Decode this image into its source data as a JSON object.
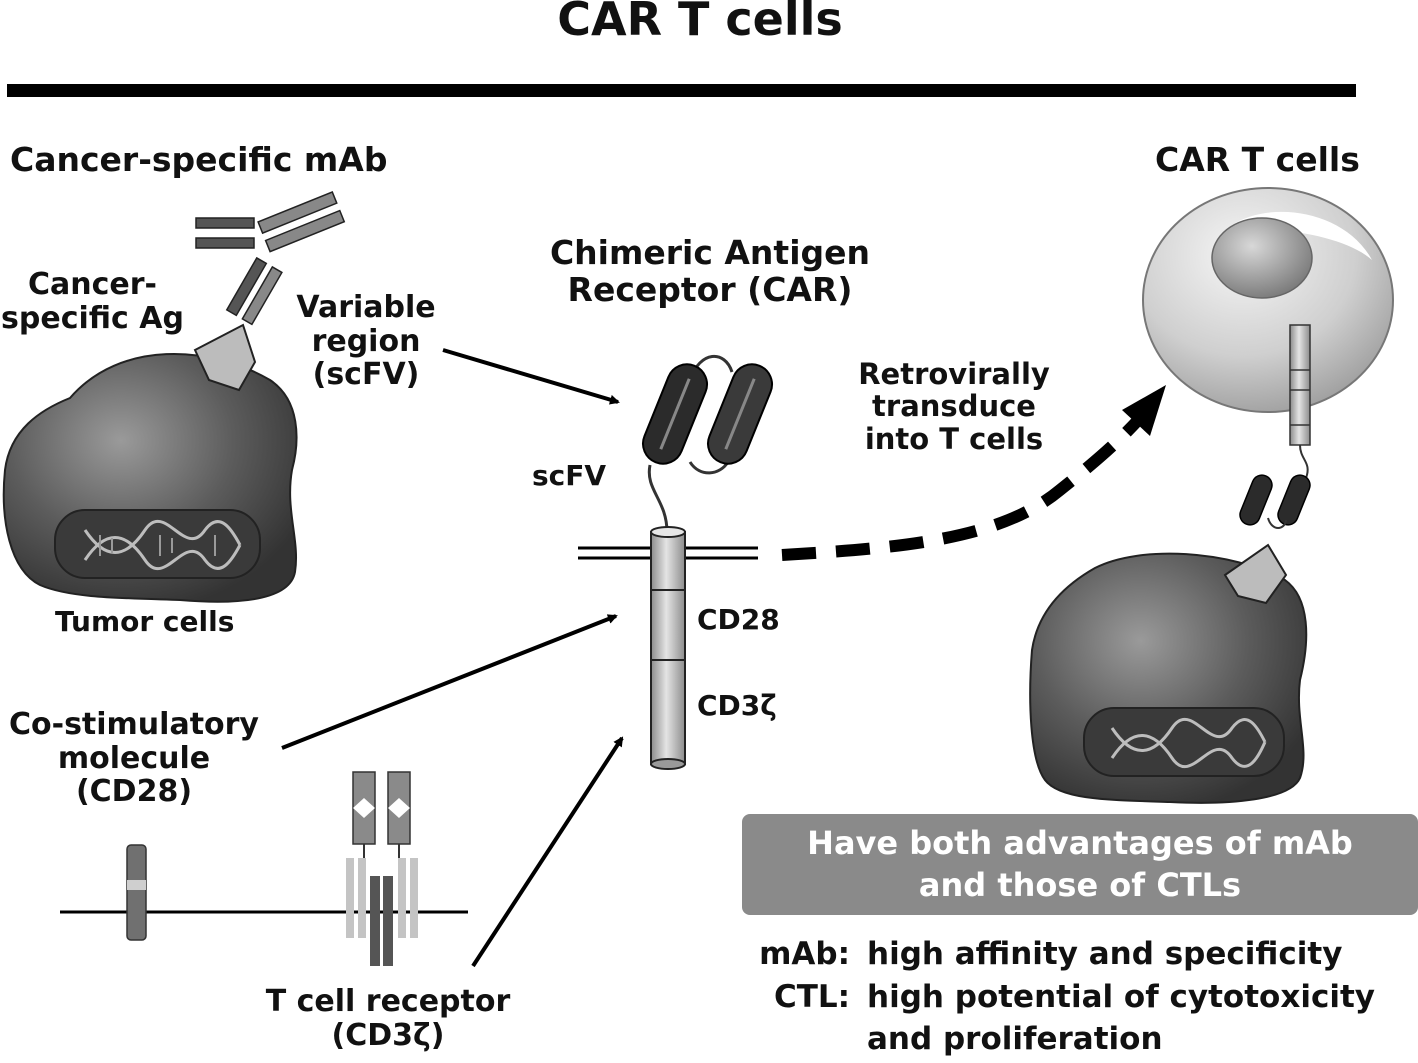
{
  "title": "CAR T cells",
  "labels": {
    "cancer_mab": "Cancer-specific mAb",
    "cancer_ag": [
      "Cancer-",
      "specific Ag"
    ],
    "variable_region": [
      "Variable",
      "region",
      "(scFV)"
    ],
    "tumor_cells": "Tumor cells",
    "costim": [
      "Co-stimulatory",
      "molecule",
      "(CD28)"
    ],
    "tcr": [
      "T cell receptor",
      "(CD3ζ)"
    ],
    "car_heading": [
      "Chimeric Antigen",
      "Receptor (CAR)"
    ],
    "scfv": "scFV",
    "cd28": "CD28",
    "cd3z": "CD3ζ",
    "transduce": [
      "Retrovirally",
      "transduce",
      "into T cells"
    ],
    "car_t_cells": "CAR T cells"
  },
  "summary": {
    "banner": [
      "Have both advantages of mAb",
      "and those of CTLs"
    ],
    "rows": [
      {
        "term": "mAb:",
        "desc": "high affinity and specificity"
      },
      {
        "term": "CTL:",
        "desc": "high potential of cytotoxicity"
      },
      {
        "term": "",
        "desc": "and proliferation"
      }
    ]
  },
  "colors": {
    "banner": "#8a8a8a",
    "tumor_dark": "#4a4a4a",
    "receptor_gray": "#bdbdbd",
    "scfv_dark": "#2b2b2b"
  }
}
